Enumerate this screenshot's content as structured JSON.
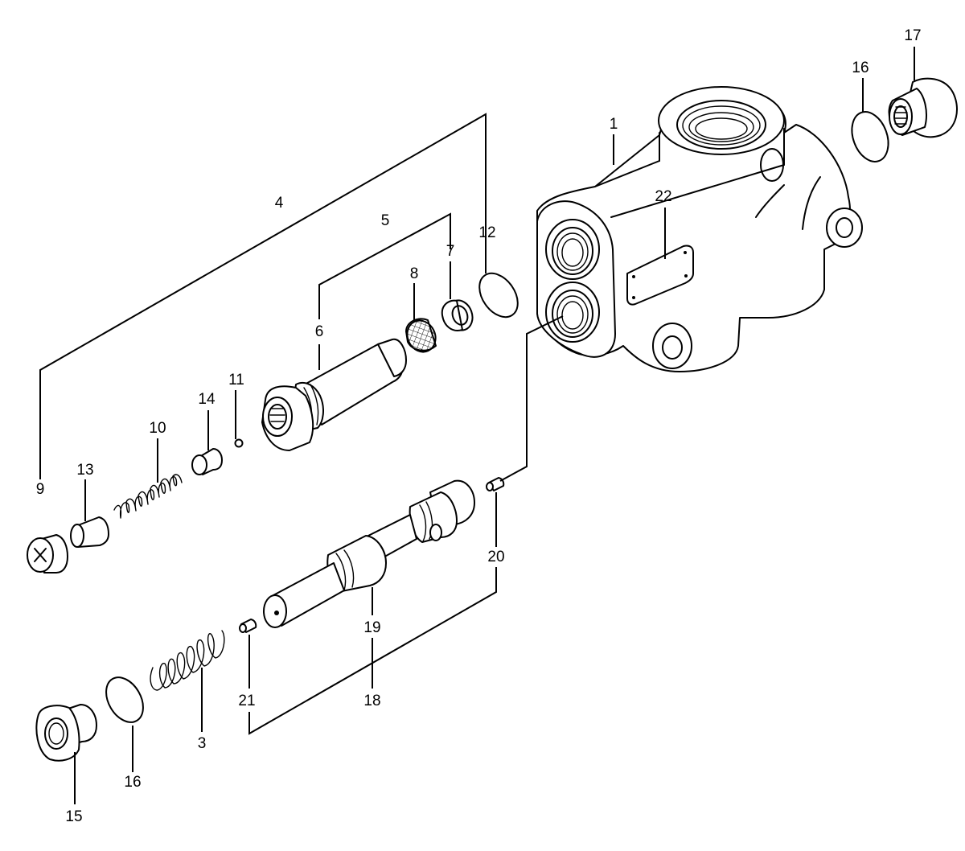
{
  "diagram": {
    "type": "exploded-parts-view",
    "callouts": {
      "c1": "1",
      "c3": "3",
      "c4": "4",
      "c5": "5",
      "c6": "6",
      "c7": "7",
      "c8": "8",
      "c9": "9",
      "c10": "10",
      "c11": "11",
      "c12": "12",
      "c13": "13",
      "c14": "14",
      "c15": "15",
      "c16a": "16",
      "c16b": "16",
      "c17": "17",
      "c18": "18",
      "c19": "19",
      "c20": "20",
      "c21": "21",
      "c22": "22"
    }
  }
}
